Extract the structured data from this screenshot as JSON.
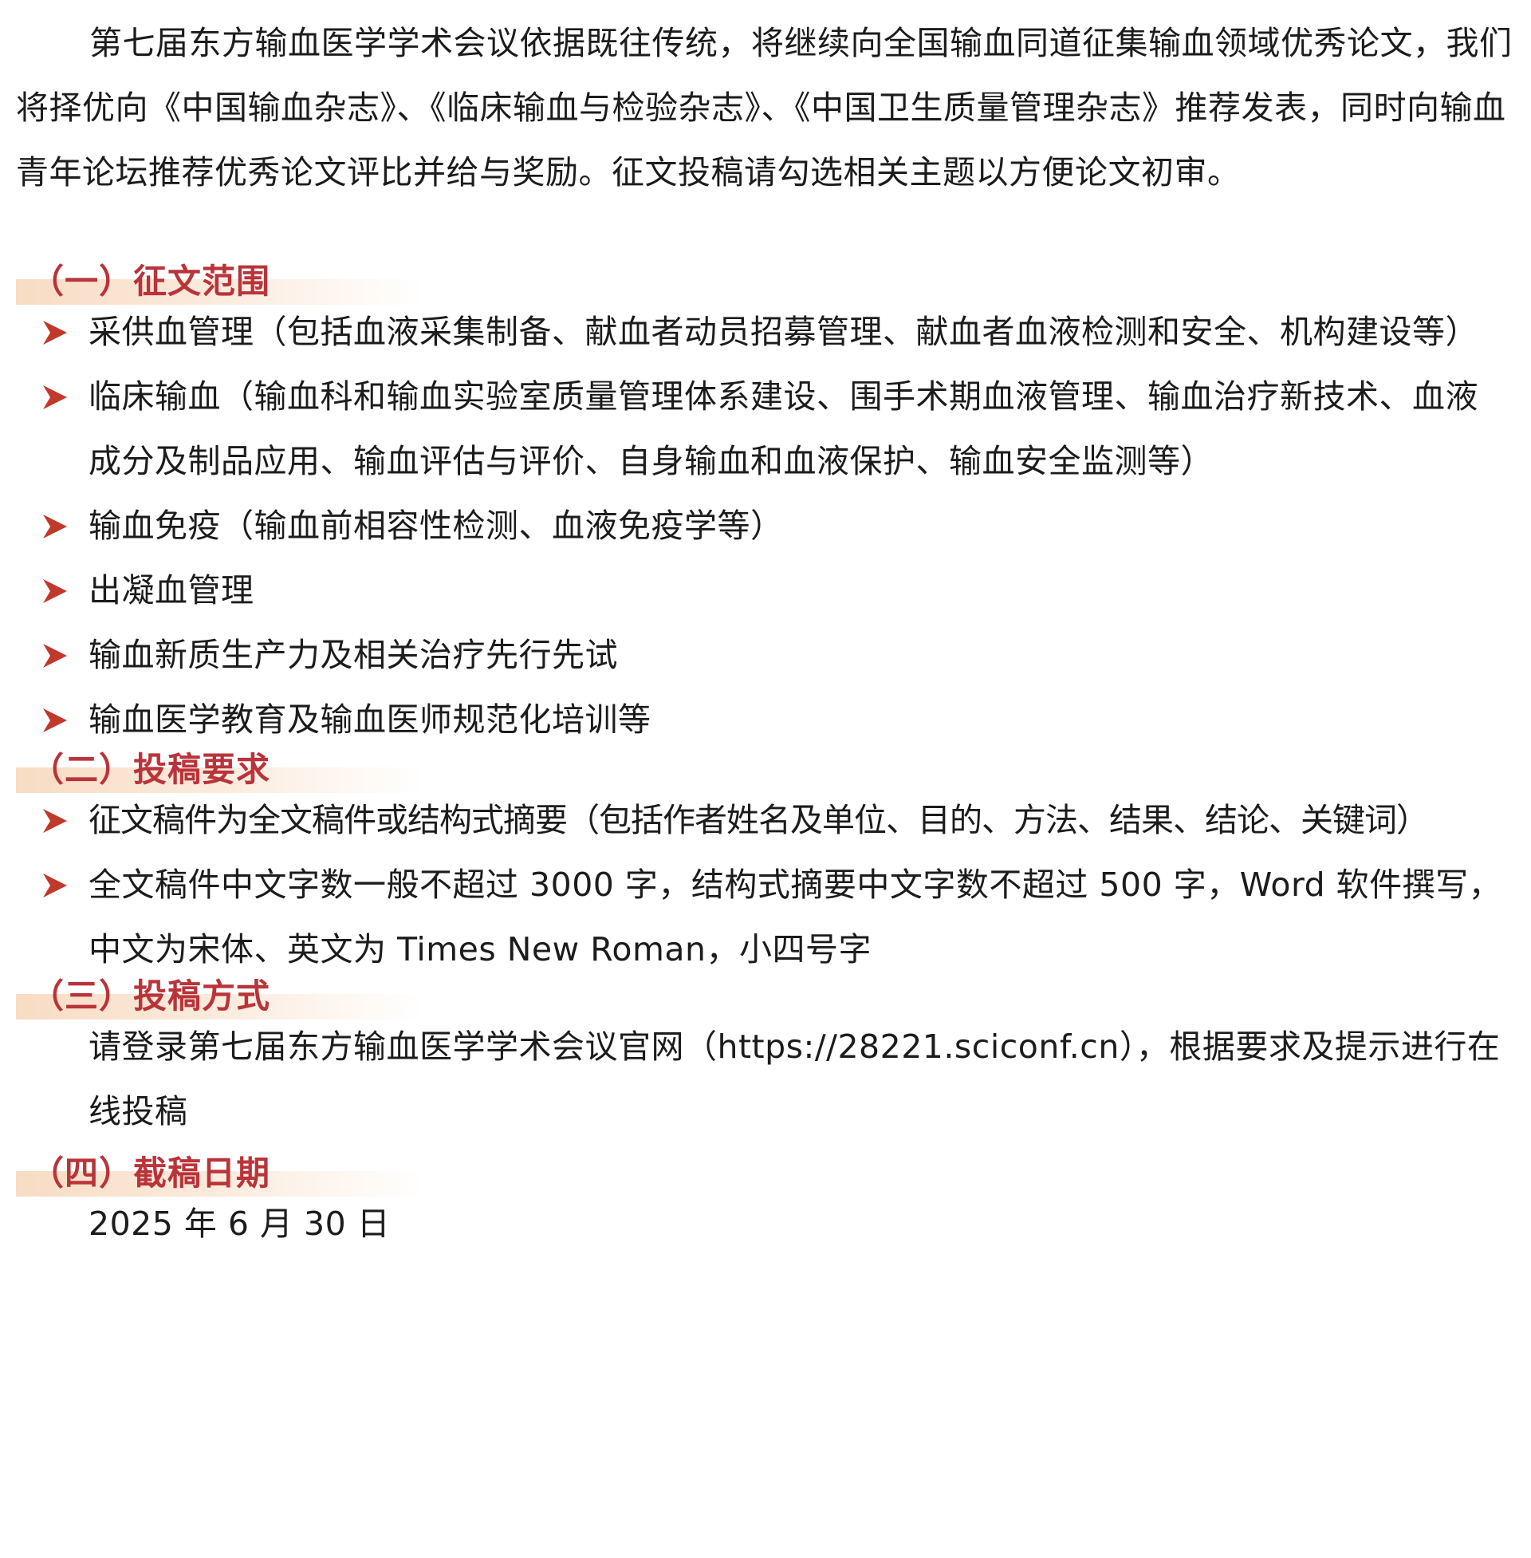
{
  "intro": "第七届东方输血医学学术会议依据既往传统，将继续向全国输血同道征集输血领域优秀论文，我们将择优向《中国输血杂志》、《临床输血与检验杂志》、《中国卫生质量管理杂志》推荐发表，同时向输血青年论坛推荐优秀论文评比并给与奖励。征文投稿请勾选相关主题以方便论文初审。",
  "colors": {
    "heading": "#b9343a",
    "highlight": "#f8dcc4",
    "arrow": "#c0392b",
    "text": "#1c1c1c"
  },
  "sections": [
    {
      "heading": "（一）征文范围",
      "items": [
        "采供血管理（包括血液采集制备、献血者动员招募管理、献血者血液检测和安全、机构建设等）",
        "临床输血（输血科和输血实验室质量管理体系建设、围手术期血液管理、输血治疗新技术、血液成分及制品应用、输血评估与评价、自身输血和血液保护、输血安全监测等）",
        "输血免疫（输血前相容性检测、血液免疫学等）",
        "出凝血管理",
        "输血新质生产力及相关治疗先行先试",
        "输血医学教育及输血医师规范化培训等"
      ]
    },
    {
      "heading": "（二）投稿要求",
      "items": [
        "征文稿件为全文稿件或结构式摘要（包括作者姓名及单位、目的、方法、结果、结论、关键词）",
        "全文稿件中文字数一般不超过 3000 字，结构式摘要中文字数不超过 500 字，Word 软件撰写，中文为宋体、英文为 Times New Roman，小四号字"
      ]
    },
    {
      "heading": "（三）投稿方式",
      "text": "请登录第七届东方输血医学学术会议官网（https://28221.sciconf.cn），根据要求及提示进行在线投稿"
    },
    {
      "heading": "（四）截稿日期",
      "text": "2025 年 6 月 30 日"
    }
  ],
  "icons": {
    "bullet": "arrowhead-bullet-icon"
  }
}
